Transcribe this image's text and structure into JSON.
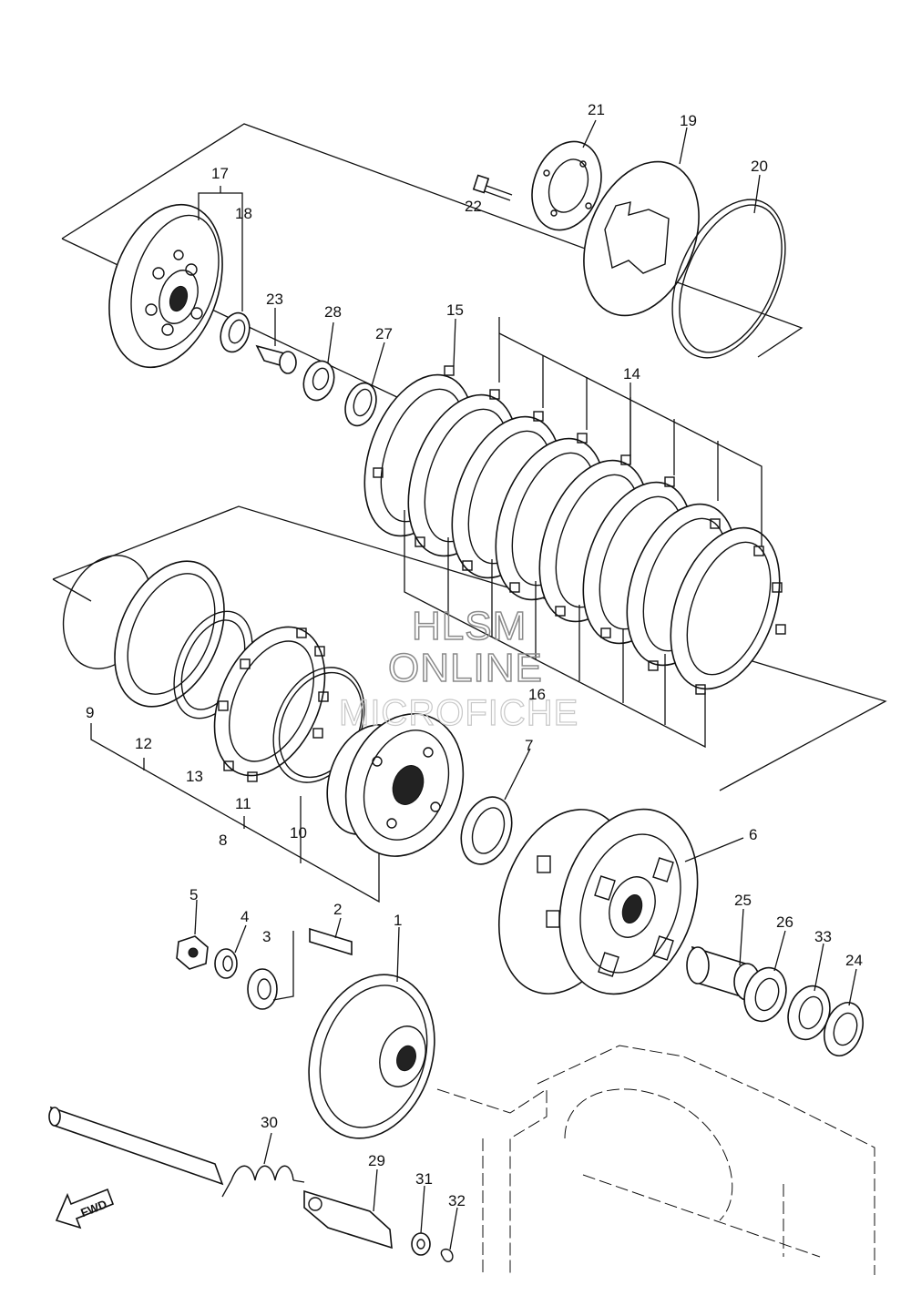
{
  "watermark": {
    "line1": "HLSM",
    "line2": "ONLINE",
    "line3": "MICROFICHE"
  },
  "fwd_label": "FWD",
  "callouts": [
    {
      "key": "21",
      "label": "21"
    },
    {
      "key": "19",
      "label": "19"
    },
    {
      "key": "20",
      "label": "20"
    },
    {
      "key": "22",
      "label": "22"
    },
    {
      "key": "17",
      "label": "17"
    },
    {
      "key": "18",
      "label": "18"
    },
    {
      "key": "23",
      "label": "23"
    },
    {
      "key": "28",
      "label": "28"
    },
    {
      "key": "27",
      "label": "27"
    },
    {
      "key": "15",
      "label": "15"
    },
    {
      "key": "14",
      "label": "14"
    },
    {
      "key": "16",
      "label": "16"
    },
    {
      "key": "9",
      "label": "9"
    },
    {
      "key": "12",
      "label": "12"
    },
    {
      "key": "13",
      "label": "13"
    },
    {
      "key": "11",
      "label": "11"
    },
    {
      "key": "10",
      "label": "10"
    },
    {
      "key": "8",
      "label": "8"
    },
    {
      "key": "7",
      "label": "7"
    },
    {
      "key": "6",
      "label": "6"
    },
    {
      "key": "5",
      "label": "5"
    },
    {
      "key": "4",
      "label": "4"
    },
    {
      "key": "3",
      "label": "3"
    },
    {
      "key": "2",
      "label": "2"
    },
    {
      "key": "1",
      "label": "1"
    },
    {
      "key": "25",
      "label": "25"
    },
    {
      "key": "26",
      "label": "26"
    },
    {
      "key": "33",
      "label": "33"
    },
    {
      "key": "24",
      "label": "24"
    },
    {
      "key": "30",
      "label": "30"
    },
    {
      "key": "29",
      "label": "29"
    },
    {
      "key": "31",
      "label": "31"
    },
    {
      "key": "32",
      "label": "32"
    }
  ]
}
